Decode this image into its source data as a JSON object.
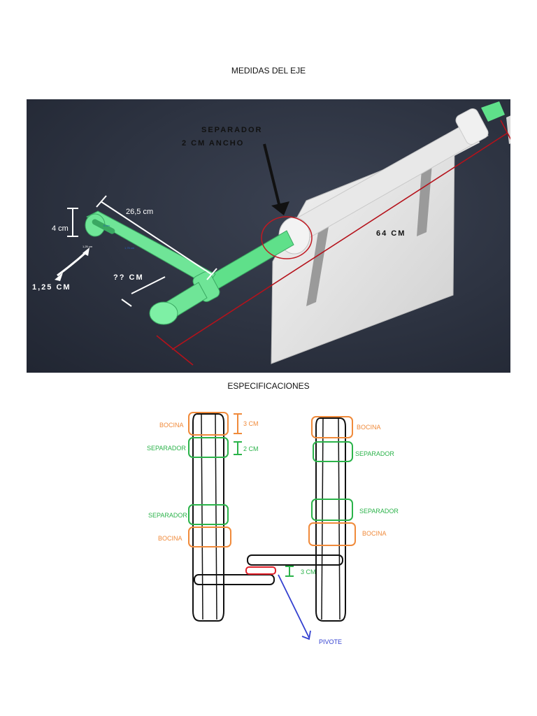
{
  "page": {
    "heading_1": "MEDIDAS DEL EJE",
    "heading_2": "ESPECIFICACIONES"
  },
  "render": {
    "separador_line1": "SEPARADOR",
    "separador_line2": "2 CM ANCHO",
    "length_64": "64 CM",
    "length_26": "26,5 cm",
    "height_4": "4 cm",
    "unknown": "?? CM",
    "diag_125": "1,25 CM",
    "tiny_a": "1,25 cm",
    "tiny_b": "1,75 cm",
    "tiny_c": "6 cm",
    "colors": {
      "bg": "#2a2f3a",
      "green": "#5fe08a",
      "red": "#b5121b",
      "white": "#f2f2f2"
    }
  },
  "diagram": {
    "left": {
      "bocina_top": "BOCINA",
      "separador_top": "SEPARADOR",
      "separador_bottom": "SEPARADOR",
      "bocina_bottom": "BOCINA",
      "dim_3cm": "3 CM",
      "dim_2cm": "2 CM"
    },
    "right": {
      "bocina_top": "BOCINA",
      "separador_top": "SEPARADOR",
      "separador_bottom": "SEPARADOR",
      "bocina_bottom": "BOCINA"
    },
    "dim_3cm_center": "3 CM",
    "pivote": "PIVOTE",
    "colors": {
      "orange": "#f08a3a",
      "green": "#2bb34a",
      "red": "#e0202a",
      "blue": "#3340d0"
    }
  }
}
